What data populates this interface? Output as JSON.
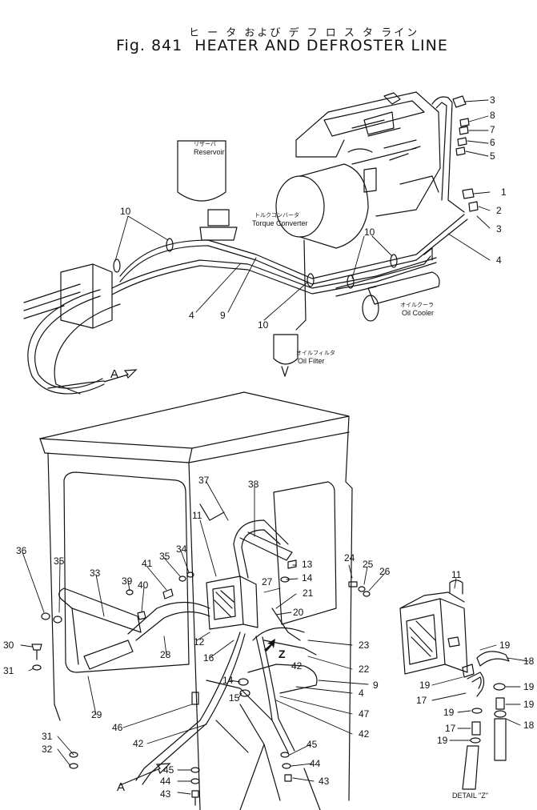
{
  "title": {
    "japanese": "ヒ ー タ および デ フ ロ ス タ ライン",
    "fig": "Fig. 841",
    "english": "HEATER AND DEFROSTER LINE"
  },
  "components": {
    "reservoir": {
      "jp": "リザーバ",
      "en": "Reservoir"
    },
    "torque_converter": {
      "jp": "トルクコンバータ",
      "en": "Torque Converter"
    },
    "oil_cooler": {
      "jp": "オイルクーラ",
      "en": "Oil Cooler"
    },
    "oil_filter": {
      "jp": "オイルフィルタ",
      "en": "Oil Filter"
    }
  },
  "detail_label": "DETAIL \"Z\"",
  "view_markers": {
    "a_upper": "A",
    "a_lower": "A",
    "z_arrow": "Z"
  },
  "callouts": [
    "3",
    "8",
    "7",
    "6",
    "5",
    "1",
    "2",
    "3",
    "4",
    "10",
    "10",
    "4",
    "9",
    "10",
    "37",
    "38",
    "11",
    "13",
    "14",
    "27",
    "21",
    "20",
    "23",
    "22",
    "9",
    "4",
    "47",
    "42",
    "24",
    "25",
    "26",
    "36",
    "35",
    "33",
    "39",
    "40",
    "41",
    "35",
    "34",
    "12",
    "16",
    "28",
    "30",
    "31",
    "29",
    "14",
    "15",
    "42",
    "46",
    "42",
    "31",
    "32",
    "45",
    "44",
    "43",
    "45",
    "44",
    "43",
    "11",
    "19",
    "18",
    "19",
    "17",
    "19",
    "19",
    "18",
    "19",
    "17",
    "19"
  ]
}
